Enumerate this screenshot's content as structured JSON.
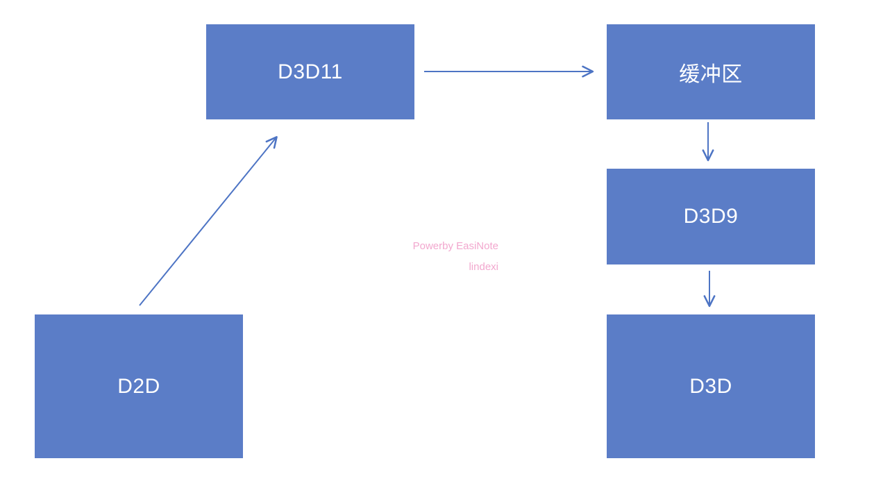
{
  "diagram": {
    "nodes": [
      {
        "id": "d3d11",
        "label": "D3D11"
      },
      {
        "id": "buffer",
        "label": "缓冲区"
      },
      {
        "id": "d3d9",
        "label": "D3D9"
      },
      {
        "id": "d3d",
        "label": "D3D"
      },
      {
        "id": "d2d",
        "label": "D2D"
      }
    ],
    "edges": [
      {
        "from": "d3d11",
        "to": "buffer",
        "direction": "right"
      },
      {
        "from": "buffer",
        "to": "d3d9",
        "direction": "down"
      },
      {
        "from": "d3d9",
        "to": "d3d",
        "direction": "down"
      },
      {
        "from": "d2d",
        "to": "d3d11",
        "direction": "up-right"
      }
    ],
    "watermark": {
      "line1": "Powerby EasiNote",
      "line2": "lindexi"
    },
    "colors": {
      "node_fill": "#5b7dc7",
      "node_text": "#ffffff",
      "arrow": "#4d74c4",
      "watermark": "#f2a7ce",
      "background": "#ffffff"
    }
  }
}
